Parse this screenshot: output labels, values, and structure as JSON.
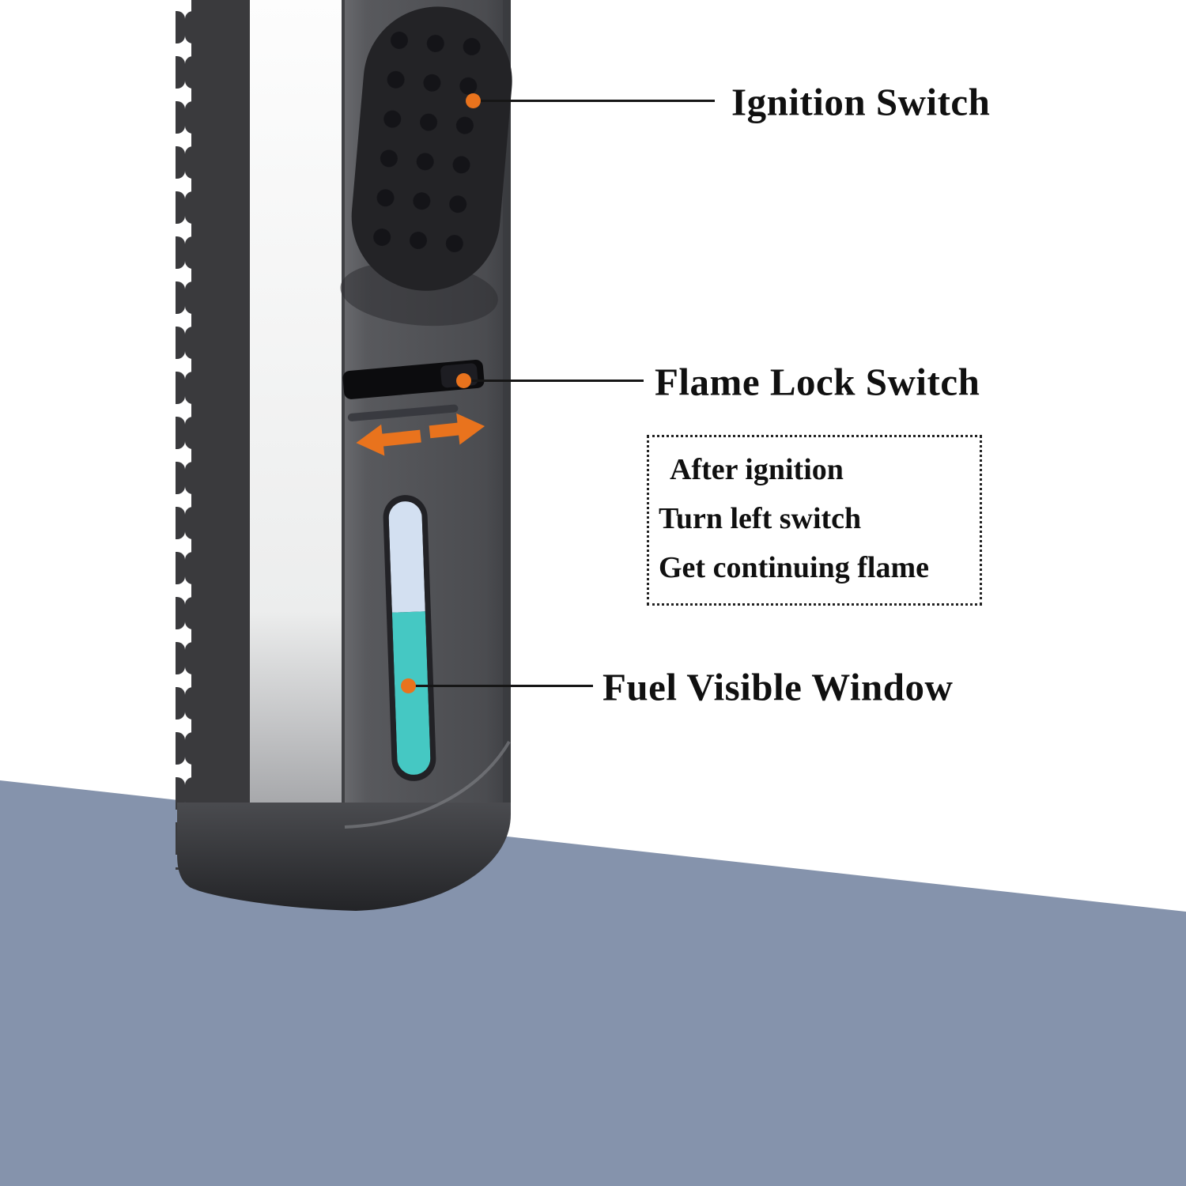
{
  "diagram": {
    "callouts": {
      "ignition": {
        "label": "Ignition Switch"
      },
      "flame_lock": {
        "label": "Flame Lock Switch"
      },
      "fuel_window": {
        "label": "Fuel Visible Window"
      }
    },
    "info_box": {
      "lines": [
        "After ignition",
        "Turn left switch",
        "Get continuing flame"
      ]
    },
    "icons": {
      "slide_left": "slide-left-arrow",
      "slide_right": "slide-right-arrow"
    },
    "colors": {
      "accent_orange": "#e9731d",
      "fuel_teal": "#45c8c3",
      "fuel_empty": "#d3e0f1",
      "slate_background": "#8593ac",
      "line_black": "#161616"
    }
  }
}
